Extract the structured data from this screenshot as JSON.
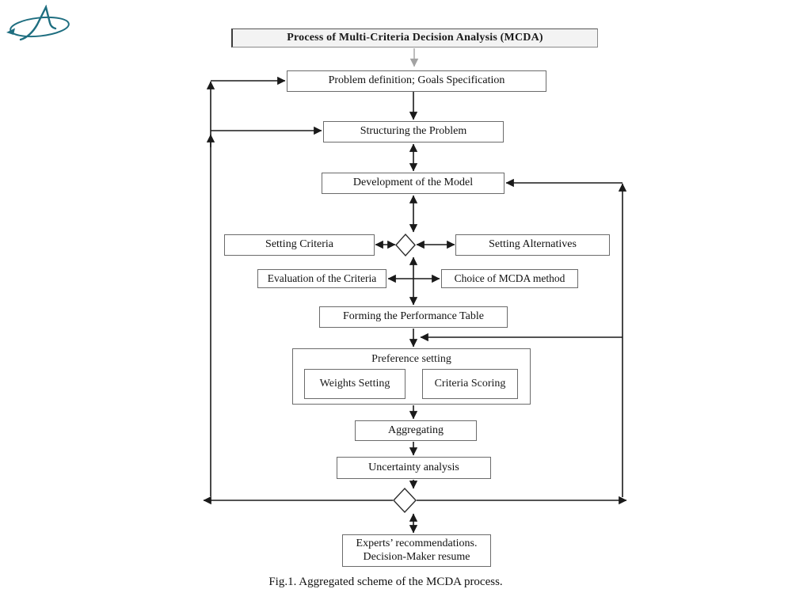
{
  "slide": {
    "caption": "Fig.1. Aggregated scheme of the MCDA process."
  },
  "logo": {
    "label": "tsagi-emblem",
    "color": "#1e6e80"
  },
  "flowchart": {
    "title": "Process of Multi-Criteria Decision Analysis (MCDA)",
    "nodes": {
      "problem_definition": "Problem definition; Goals Specification",
      "structuring": "Structuring the Problem",
      "development": "Development of the Model",
      "setting_criteria": "Setting Criteria",
      "setting_alternatives": "Setting Alternatives",
      "evaluation_criteria": "Evaluation of the Criteria",
      "choice_method": "Choice of MCDA method",
      "forming_table": "Forming the Performance Table",
      "preference_setting": "Preference setting",
      "weights_setting": "Weights Setting",
      "criteria_scoring": "Criteria Scoring",
      "aggregating": "Aggregating",
      "uncertainty": "Uncertainty analysis",
      "experts_line1": "Experts’ recommendations.",
      "experts_line2": "Decision-Maker resume"
    },
    "colors": {
      "line": "#1a1a1a",
      "muted_arrow": "#a3a3a3",
      "title_fill": "#f3f3f3",
      "box_border": "#6b6b6b"
    }
  }
}
